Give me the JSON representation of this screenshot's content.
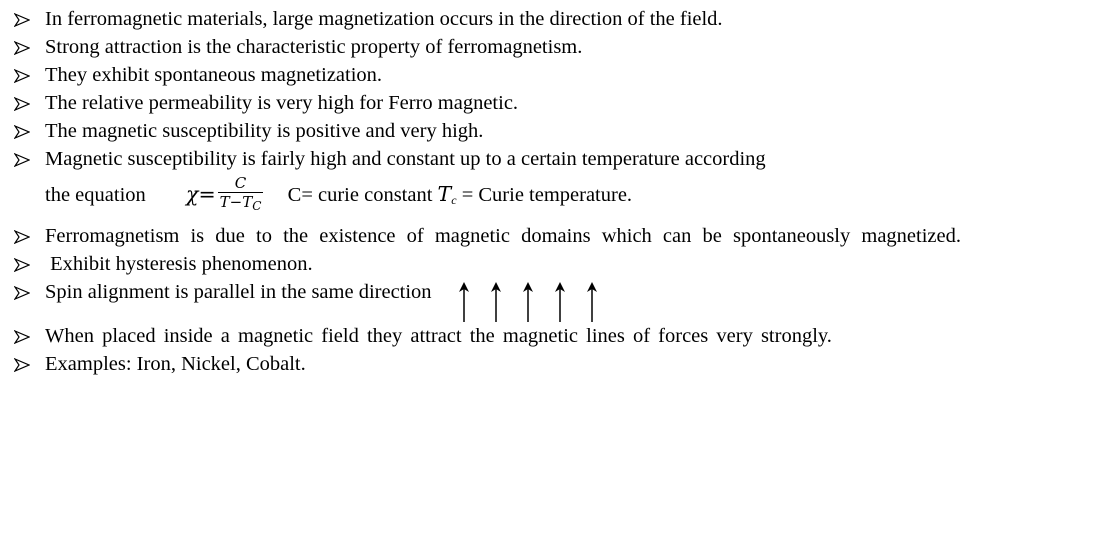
{
  "items": [
    {
      "text": "In ferromagnetic materials, large magnetization occurs in the direction of the field."
    },
    {
      "text": "Strong attraction is the characteristic property of ferromagnetism."
    },
    {
      "text": "They exhibit spontaneous magnetization."
    },
    {
      "text": "The relative permeability is very high for Ferro magnetic."
    },
    {
      "text": "The magnetic susceptibility is positive and very high."
    },
    {
      "text": "Magnetic susceptibility is fairly high and constant up to a certain temperature according",
      "formula_prefix": "the equation",
      "chi": "χ=",
      "frac_num": "C",
      "frac_den": "T−T",
      "frac_den_sub": "C",
      "constant_label": "C= curie constant",
      "tc_symbol": "T",
      "tc_sub": "c",
      "tc_rest": " = Curie temperature."
    },
    {
      "text": "Ferromagnetism is due to the existence of magnetic domains which can be spontaneously magnetized."
    },
    {
      "text": " Exhibit hysteresis phenomenon."
    },
    {
      "text": "Spin alignment is parallel in the same direction",
      "spin_arrows": 5
    },
    {
      "text": "When placed inside a magnetic field they attract the magnetic lines of forces very strongly."
    },
    {
      "text": "Examples: Iron, Nickel, Cobalt."
    }
  ],
  "bullet_icon": "arrowhead-bullet-icon",
  "spin_icon": "up-arrow-icon"
}
